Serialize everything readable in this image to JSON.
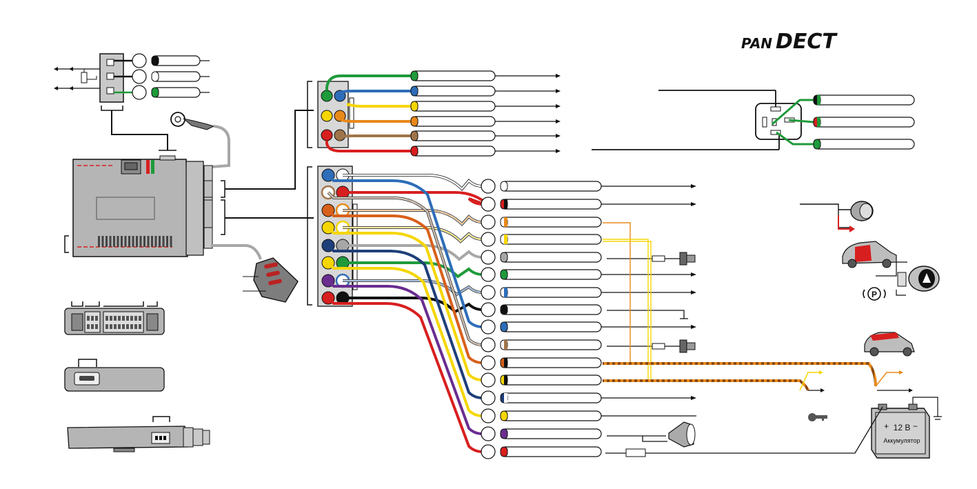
{
  "brand": {
    "logo_prefix": "PAN",
    "logo_suffix": "DECT"
  },
  "battery": {
    "voltage": "12 В",
    "label": "Аккумулятор",
    "plus": "+",
    "minus": "−"
  },
  "parking_symbol": "P",
  "colors": {
    "white": "#ffffff",
    "red": "#d81f1f",
    "green": "#1f9a3a",
    "blue": "#2e6db8",
    "yellow": "#f5d600",
    "orange": "#e8891a",
    "brown": "#a0744a",
    "black": "#111111",
    "grey": "#a7a7a7",
    "purple": "#6a2d8f",
    "darkorange": "#d8601a",
    "navy": "#1e3f7a",
    "lightgreen": "#6fc23f",
    "unit_body": "#b5b5b5"
  },
  "top_left_wires": [
    {
      "color": "black"
    },
    {
      "color": "white"
    },
    {
      "color": "green"
    }
  ],
  "upper_connector": {
    "pins": [
      {
        "left": "green",
        "right": "blue"
      },
      {
        "left": "yellow",
        "right": "orange"
      },
      {
        "left": "red",
        "right": "brown"
      }
    ],
    "wires": [
      {
        "color": "green"
      },
      {
        "color": "blue"
      },
      {
        "color": "yellow"
      },
      {
        "color": "orange"
      },
      {
        "color": "brown"
      },
      {
        "color": "red"
      }
    ]
  },
  "relay": {
    "wires": [
      {
        "color": "black",
        "stripe": "green"
      },
      {
        "color": "red",
        "stripe": "green"
      },
      {
        "color": "green"
      }
    ]
  },
  "main_connector": {
    "pins": [
      {
        "left": "blue",
        "right": "white"
      },
      {
        "left": "white",
        "left_ring": "brown",
        "right": "red"
      },
      {
        "left": "darkorange",
        "right": "white",
        "right_ring": "orange"
      },
      {
        "left": "yellow",
        "right": "white",
        "right_ring": "yellow"
      },
      {
        "left": "navy",
        "right": "grey"
      },
      {
        "left": "yellow",
        "right": "green"
      },
      {
        "left": "purple",
        "right": "white",
        "right_ring": "blue"
      },
      {
        "left": "red",
        "right": "black"
      }
    ],
    "wires": [
      {
        "color": "white"
      },
      {
        "color": "red",
        "stripe": "black"
      },
      {
        "color": "white",
        "stripe": "orange"
      },
      {
        "color": "white",
        "stripe": "yellow"
      },
      {
        "color": "grey"
      },
      {
        "color": "green"
      },
      {
        "color": "white",
        "stripe": "blue"
      },
      {
        "color": "black"
      },
      {
        "color": "blue"
      },
      {
        "color": "white",
        "stripe": "brown"
      },
      {
        "color": "darkorange",
        "stripe": "black"
      },
      {
        "color": "yellow",
        "stripe": "black"
      },
      {
        "color": "navy",
        "stripe": "white"
      },
      {
        "color": "yellow"
      },
      {
        "color": "purple"
      },
      {
        "color": "red"
      }
    ]
  },
  "icons": [
    "pandect-logo",
    "ring-terminal-icon",
    "temperature-sensor-icon",
    "siren-icon",
    "car-door-icon",
    "car-hood-icon",
    "parking-brake-icon",
    "key-icon",
    "battery-icon",
    "horn-icon",
    "button-switch-icon",
    "relay-icon",
    "fuse-icon"
  ]
}
